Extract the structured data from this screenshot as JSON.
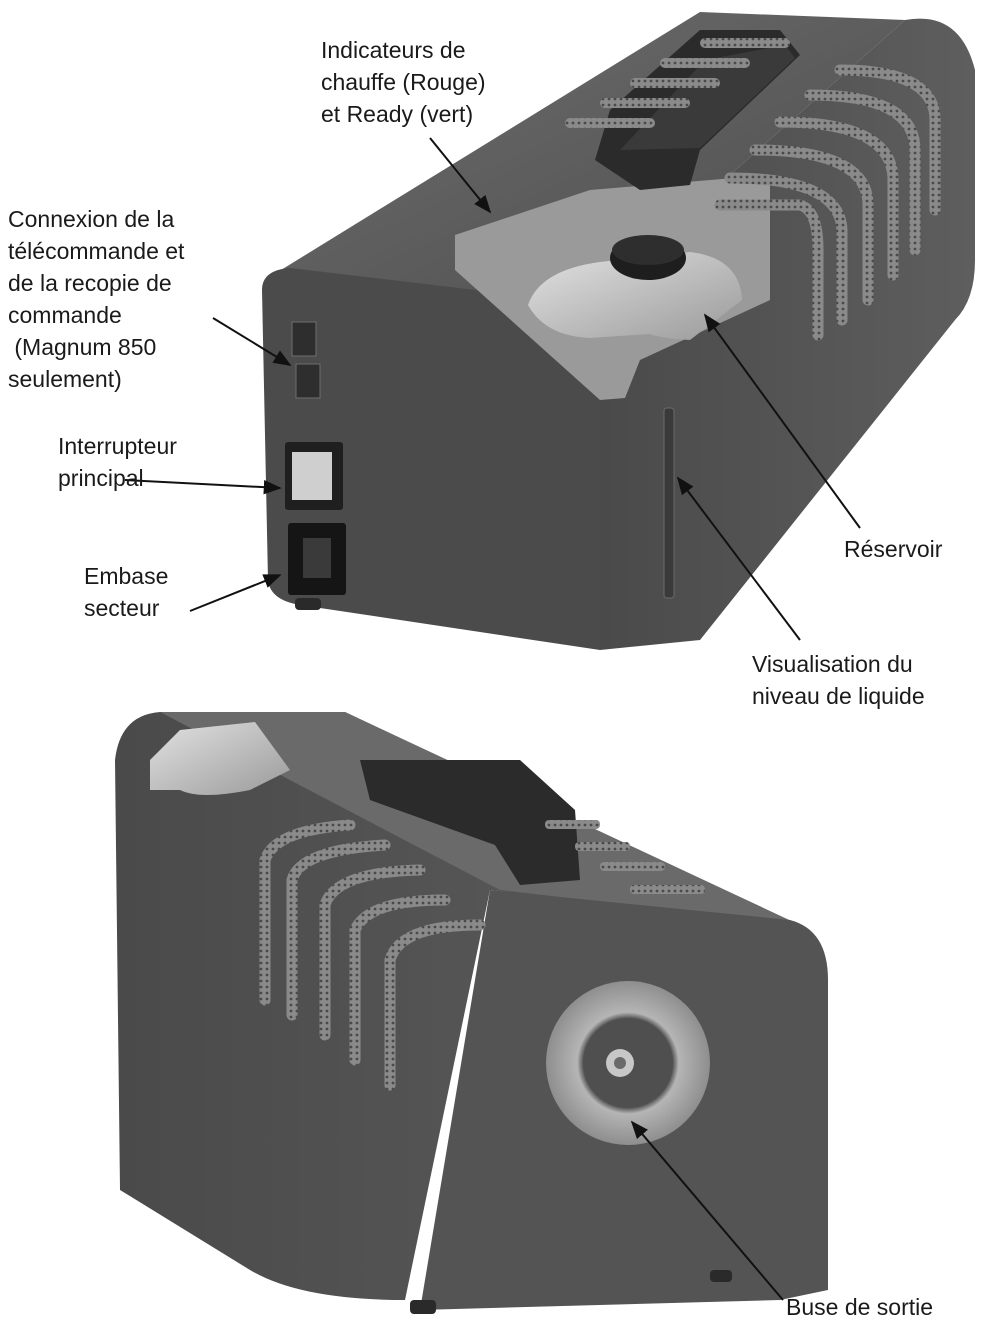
{
  "callouts": {
    "indicateurs": [
      "Indicateurs de",
      "chauffe (Rouge)",
      "et Ready (vert)"
    ],
    "connexion": [
      "Connexion de la",
      "télécommande et",
      "de la recopie de",
      "commande",
      " (Magnum 850",
      "seulement)"
    ],
    "interrupteur": [
      "Interrupteur",
      "principal"
    ],
    "embase": [
      "Embase",
      "secteur"
    ],
    "reservoir": [
      "Réservoir"
    ],
    "visualisation": [
      "Visualisation du",
      "niveau de liquide"
    ],
    "buse": [
      "Buse de sortie"
    ]
  },
  "colors": {
    "body": "#5a5a5a",
    "body_dark": "#3e3e3e",
    "body_light": "#7a7a7a",
    "panel": "#4c4c4c",
    "handle": "#2b2b2b",
    "tank": "#c9c9c9",
    "ring": "#a8a8a8",
    "vent": "#8c8c8c",
    "text": "#1a1a1a",
    "arrow": "#111111"
  }
}
